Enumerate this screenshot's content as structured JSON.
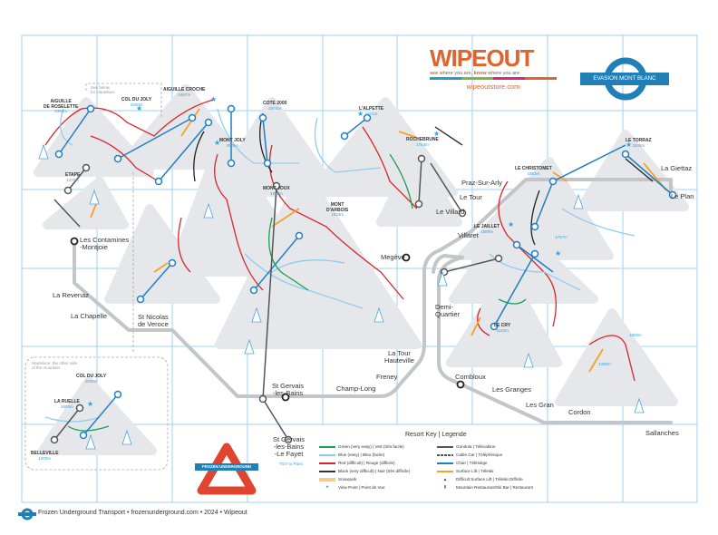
{
  "brand": {
    "logo": "WIPEOUT",
    "tagline_see": "see",
    "tagline_mid": " where you are, ",
    "tagline_know": "know",
    "tagline_end": " where you are",
    "url": "wipeoutstore.com",
    "bar_colors": [
      "#2b9ac4",
      "#7ab648",
      "#d42a7c",
      "#e0642f"
    ],
    "accent": "#e0642f"
  },
  "emblem": {
    "label": "EVASION MONT BLANC",
    "color": "#1f7fb6"
  },
  "frozen_logo": {
    "label": "FROZEN UNDERGROUND",
    "color": "#e0452f"
  },
  "stations": {
    "contamines": "Les Contamines\n-Montjoie",
    "revenaz": "La Revenaz",
    "chapelle": "La Chapelle",
    "stnicolas": "St Nicolas\nde Veroce",
    "stgervais": "St Gervais\n-les-Bains",
    "champlong": "Champ-Long",
    "freney": "Freney",
    "latour": "La Tour\nHauteville",
    "combloux": "Combloux",
    "granges": "Les Granges",
    "gran": "Les Gran",
    "cordon": "Cordon",
    "sallanches": "Sallanches",
    "megeve": "Megève",
    "villaret": "Villaret",
    "letour": "Le Tour",
    "praz": "Praz-Sur-Arly",
    "villard": "Le Villard",
    "giettaz": "La Giettaz",
    "plan": "Le Plan",
    "demi": "Demi-\nQuartier",
    "fayet": "St Gervais\n-les-Bains\n-Le Fayet",
    "tgv": "TGV to Paris"
  },
  "peaks": [
    {
      "name": "AIGUILLE\nDE ROSELETTE",
      "elev": "2384m"
    },
    {
      "name": "COL DU JOLY",
      "elev": "2000m"
    },
    {
      "name": "AIGUILLE CROCHE",
      "elev": "2487m"
    },
    {
      "name": "MONT JOLY",
      "elev": "2525m"
    },
    {
      "name": "COTE 2000",
      "elev": "2074m"
    },
    {
      "name": "L'ALPETTE",
      "elev": "1871m"
    },
    {
      "name": "ROCHEBRUNE",
      "elev": "1754m"
    },
    {
      "name": "MONT JOUX",
      "elev": "1958m"
    },
    {
      "name": "MONT\nD'ARBOIS",
      "elev": "1833m"
    },
    {
      "name": "ETAPE",
      "elev": "1470m"
    },
    {
      "name": "LE CHRISTOMET",
      "elev": "1853m"
    },
    {
      "name": "LE JAILLET",
      "elev": "1580m"
    },
    {
      "name": "",
      "elev": "1757m"
    },
    {
      "name": "LE CRY",
      "elev": "1183m"
    },
    {
      "name": "LE TORRAZ",
      "elev": "1930m"
    },
    {
      "name": "",
      "elev": "1800m"
    },
    {
      "name": "",
      "elev": "1300m"
    },
    {
      "name": "COL DU JOLY",
      "elev": "2000m"
    },
    {
      "name": "LA RUELLE",
      "elev": "1600m"
    },
    {
      "name": "BELLEVILLE",
      "elev": "1200m"
    }
  ],
  "notes": {
    "see_below": "See below\nfor Hauteluce",
    "hauteluce": "Hauteluce: the other side\nof the mountain"
  },
  "legend": {
    "title": "Resort Key | Legende",
    "items": [
      {
        "label": "Green (very easy) | Vert (très facile)",
        "color": "#1aa051"
      },
      {
        "label": "Blue (easy) | Bleu (facile)",
        "color": "#8fcdf0"
      },
      {
        "label": "Red (difficult) | Rouge (difficile)",
        "color": "#d8262b"
      },
      {
        "label": "Black (very difficult) | Noir (très difficile)",
        "color": "#222222"
      },
      {
        "label": "Snowpark",
        "color": "#f6c98a"
      },
      {
        "label": "View Point | Point de Vue",
        "color": "#2ba4e0"
      },
      {
        "label": "Gondola | Télécabine",
        "color": "#555555"
      },
      {
        "label": "Cable Car | Téléphérique",
        "color": "#555555"
      },
      {
        "label": "Chair | Télésiège",
        "color": "#1f7fc6"
      },
      {
        "label": "Surface Lift | Téléski",
        "color": "#f7a12b"
      },
      {
        "label": "Difficult Surface Lift | Téléski Difficile",
        "color": "#333333"
      },
      {
        "label": "Mountain Restaurant/Ski Bar | Restaurant",
        "color": "#a0641e"
      }
    ]
  },
  "footer": "Frozen Underground Transport • frozenunderground.com • 2024 • Wipeout"
}
